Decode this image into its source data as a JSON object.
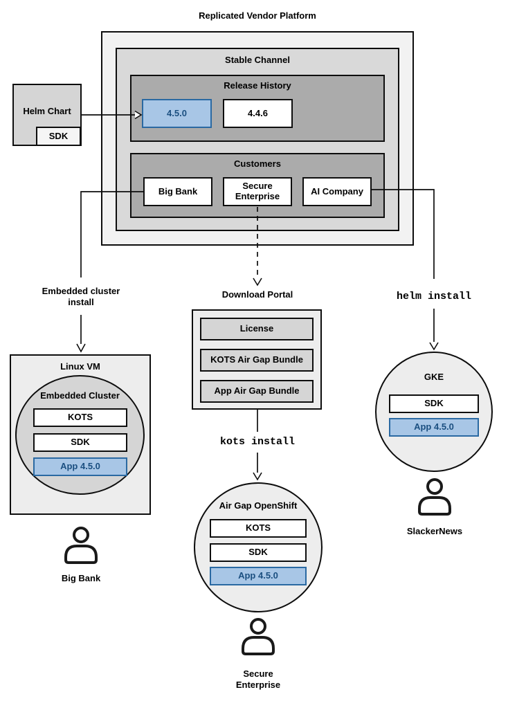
{
  "diagram_title": "Replicated Vendor Platform",
  "stable_channel": {
    "title": "Stable Channel",
    "release_history": {
      "title": "Release History",
      "current_release": "4.5.0",
      "previous_release": "4.4.6"
    },
    "customers": {
      "title": "Customers",
      "big_bank": "Big Bank",
      "secure_enterprise": "Secure Enterprise",
      "ai_company": "AI Company"
    }
  },
  "helm_chart": {
    "label": "Helm Chart",
    "sdk": "SDK"
  },
  "big_bank_install": {
    "method_label": "Embedded cluster install",
    "vm_title": "Linux VM",
    "cluster_title": "Embedded Cluster",
    "kots": "KOTS",
    "sdk": "SDK",
    "app": "App 4.5.0",
    "user": "Big Bank"
  },
  "secure_enterprise_install": {
    "portal": {
      "title": "Download Portal",
      "license": "License",
      "kots_bundle": "KOTS Air Gap Bundle",
      "app_bundle": "App Air Gap Bundle"
    },
    "command": "kots install",
    "cluster_title": "Air Gap OpenShift",
    "kots": "KOTS",
    "sdk": "SDK",
    "app": "App 4.5.0",
    "user": "Secure Enterprise"
  },
  "slackernews_install": {
    "command": "helm install",
    "cluster_title": "GKE",
    "sdk": "SDK",
    "app": "App 4.5.0",
    "user": "SlackerNews"
  },
  "colors": {
    "highlight_fill": "#a8c6e6",
    "highlight_stroke": "#2a69a2",
    "highlight_text": "#1b4f80",
    "container_light": "#f2f2f2",
    "container_mid": "#d9d9d9",
    "container_dark": "#ababab",
    "line": "#0d0d0d"
  }
}
